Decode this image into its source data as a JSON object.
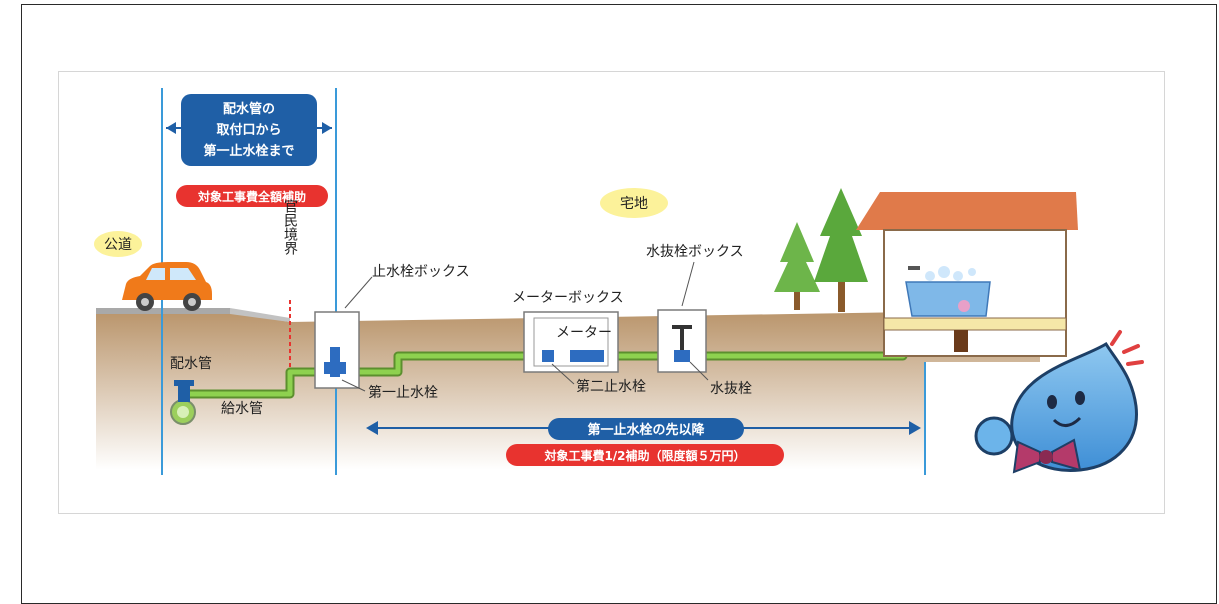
{
  "labels": {
    "public_road": "公道",
    "residential": "宅地",
    "boundary": "官民境界",
    "main_pipe": "配水管",
    "supply_pipe": "給水管",
    "stop_box": "止水栓ボックス",
    "meter_box": "メーターボックス",
    "meter": "メーター",
    "drain_box": "水抜栓ボックス",
    "first_stop": "第一止水栓",
    "second_stop": "第二止水栓",
    "drain_valve": "水抜栓"
  },
  "zone1": {
    "title_lines": [
      "配水管の",
      "取付口から",
      "第一止水栓まで"
    ],
    "subsidy": "対象工事費全額補助"
  },
  "zone2": {
    "title": "第一止水栓の先以降",
    "subsidy": "対象工事費1/2補助（限度額５万円）"
  },
  "colors": {
    "blue_pill": "#1f5fa6",
    "red_pill": "#e8332f",
    "pipe_green": "#7dc242",
    "ground": "#c9ab83",
    "guide_blue": "#3a9ad9",
    "mascot_blue": "#5aa8e6",
    "car_orange": "#f07a1a"
  }
}
